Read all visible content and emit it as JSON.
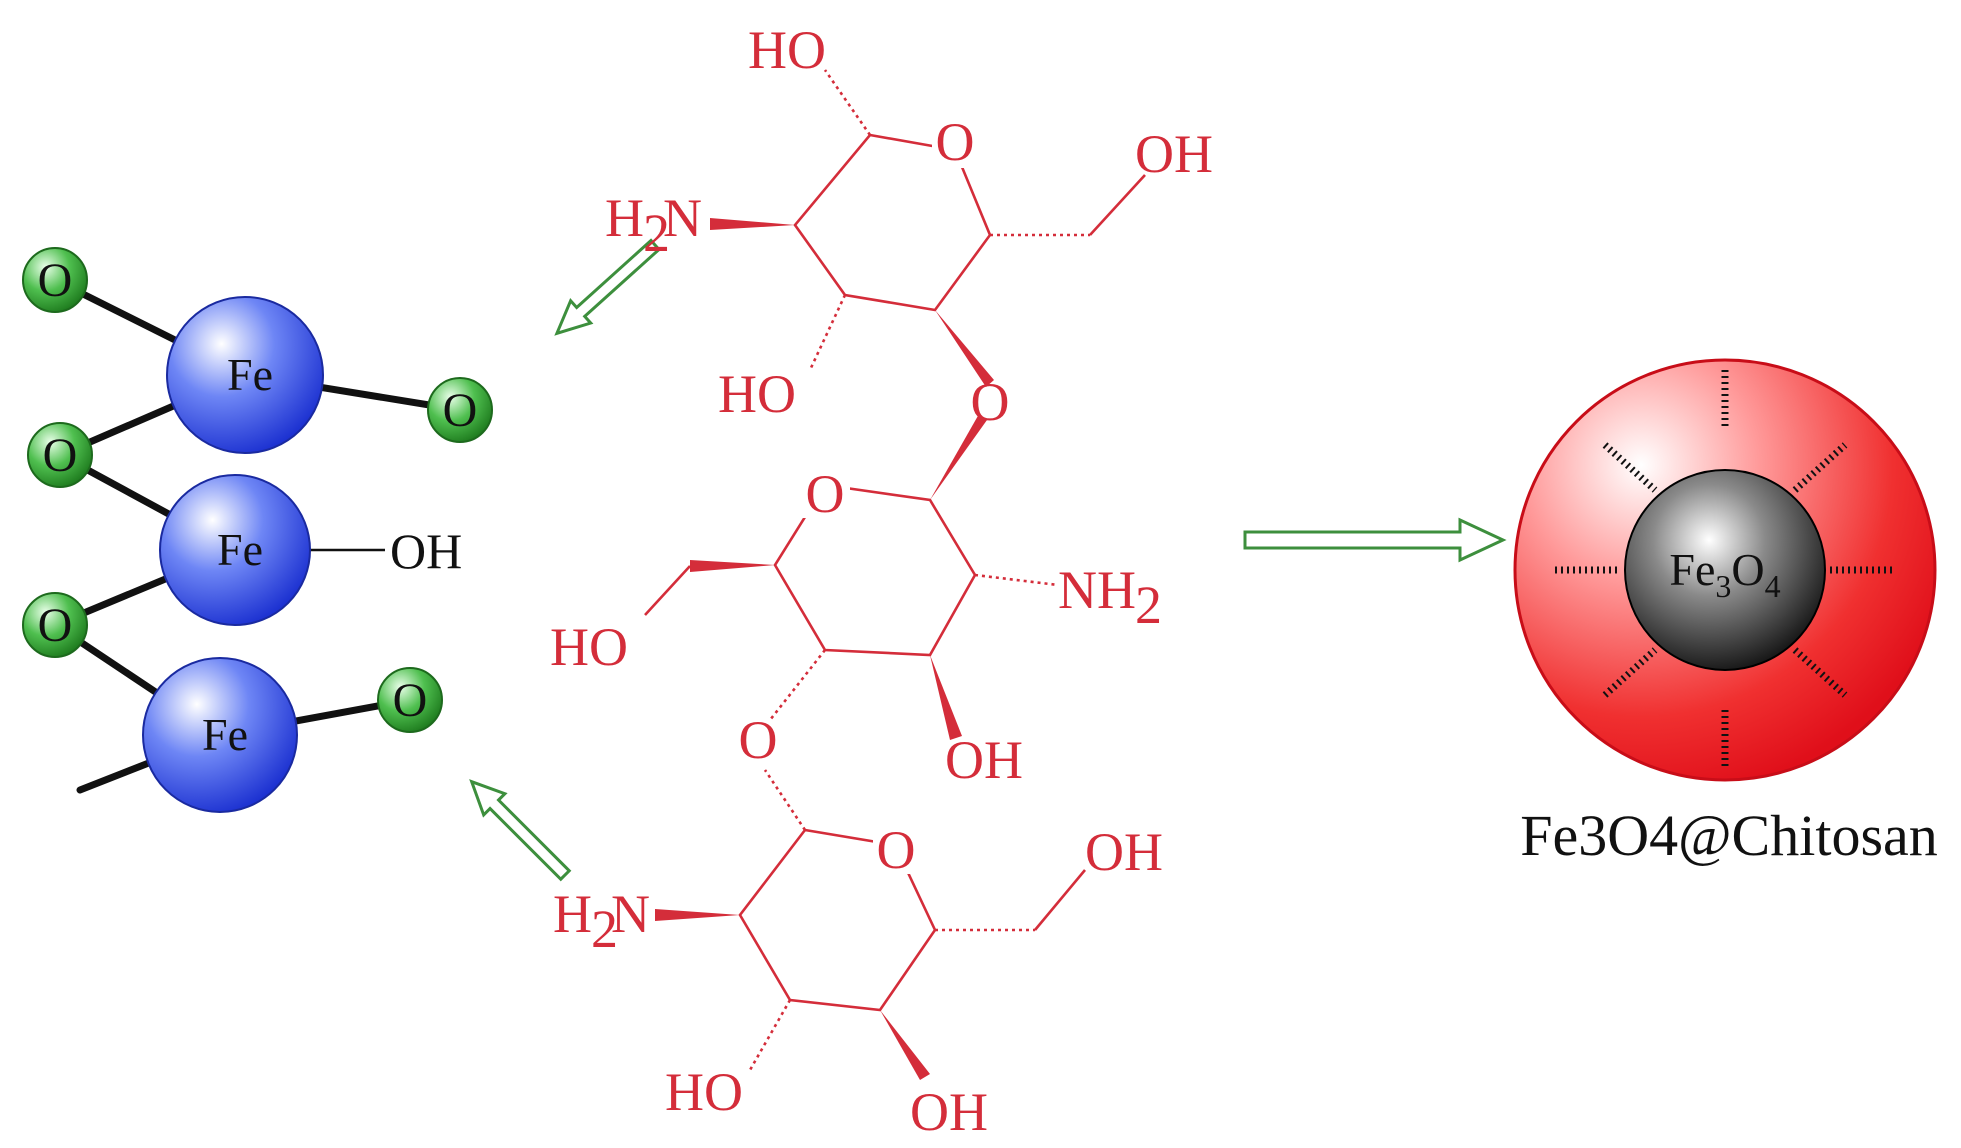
{
  "diagram": {
    "iron_oxide": {
      "iron_label": "Fe",
      "oxygen_label": "O",
      "hydroxyl_label": "OH"
    },
    "chitosan": {
      "HO": "HO",
      "OH": "OH",
      "O": "O",
      "H": "H",
      "N": "N",
      "sub_2": "2"
    },
    "nanoparticle": {
      "core_main": "Fe",
      "core_sub1": "3",
      "core_mid": "O",
      "core_sub2": "4",
      "caption": "Fe3O4@Chitosan"
    },
    "colors": {
      "chitosan": "#d42d3a",
      "iron": "#3d55e6",
      "oxygen": "#3aa83a",
      "arrow": "#3d8f3d",
      "shell": "#e8232c",
      "core": "#2a2a2a"
    }
  }
}
